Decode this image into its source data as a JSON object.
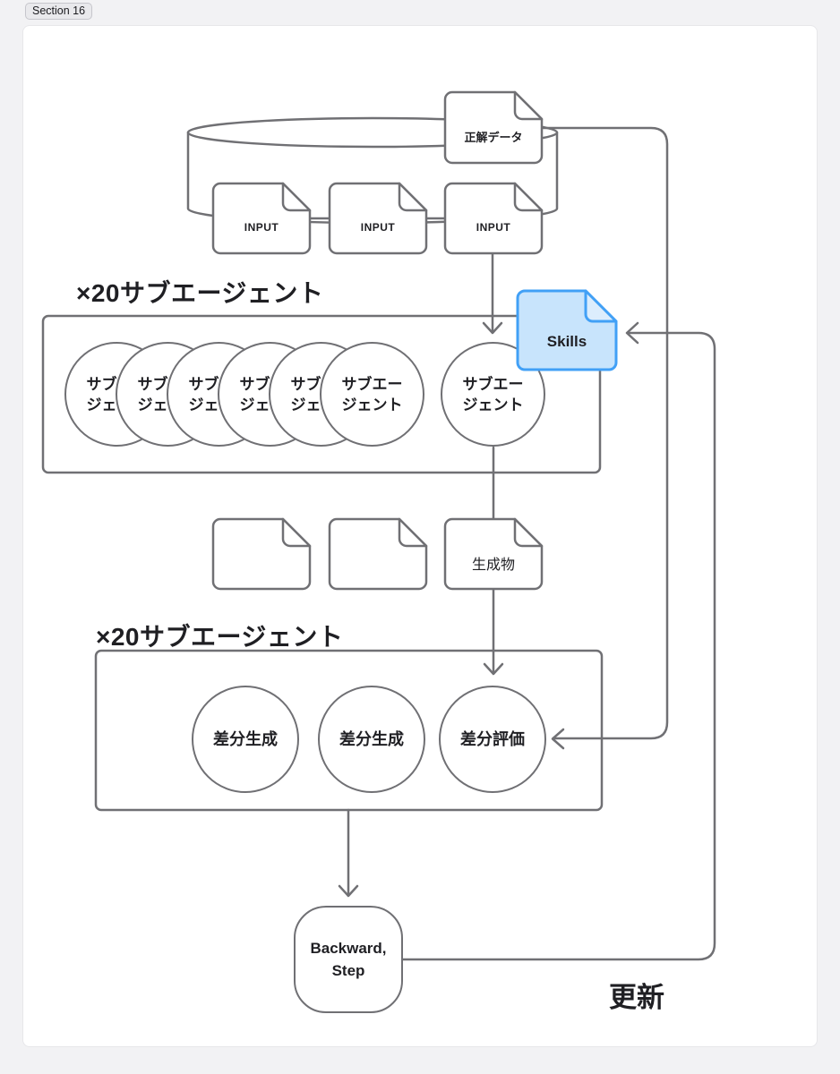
{
  "badge": {
    "label": "Section 16"
  },
  "colors": {
    "stroke_gray": "#707074",
    "text": "#1f1f23",
    "skills_fill": "#c8e4fc",
    "skills_fold_fill": "#dcedfd",
    "skills_stroke": "#41a0f6"
  },
  "top_flow": {
    "answer_doc_label": "正解データ",
    "input_docs": [
      "INPUT",
      "INPUT",
      "INPUT"
    ]
  },
  "upper_agents": {
    "group_label": "×20サブエージェント",
    "circle_line1": "サブエー",
    "circle_line2": "ジェント"
  },
  "skills": {
    "label": "Skills"
  },
  "outputs": {
    "generated_doc_label": "生成物"
  },
  "lower_agents": {
    "group_label": "×20サブエージェント",
    "circles": [
      "差分生成",
      "差分生成",
      "差分評価"
    ]
  },
  "backward": {
    "line1": "Backward,",
    "line2": "Step"
  },
  "update": {
    "label": "更新"
  }
}
